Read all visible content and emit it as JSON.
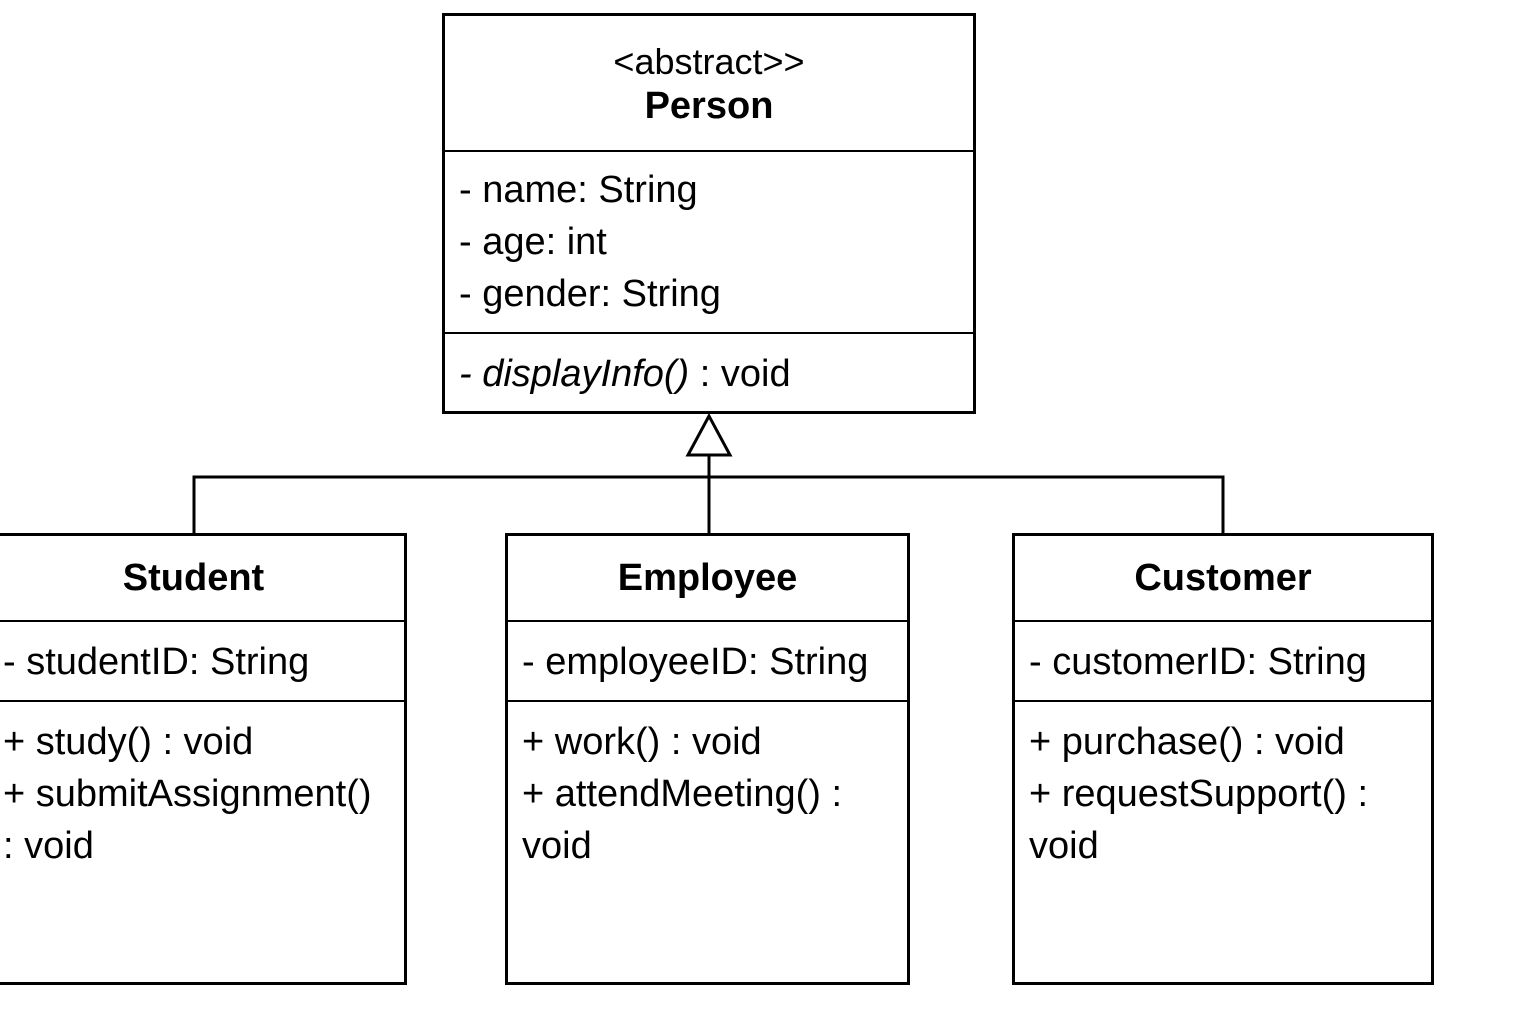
{
  "person": {
    "stereotype": "<abstract>>",
    "name": "Person",
    "attributes": [
      "- name: String",
      "- age: int",
      "- gender: String"
    ],
    "method": {
      "prefix": "- ",
      "name": "displayInfo()",
      "suffix": " : void"
    }
  },
  "student": {
    "name": "Student",
    "attributes": [
      "- studentID: String"
    ],
    "methods": [
      "+ study() : void",
      "+ submitAssignment() : void"
    ]
  },
  "employee": {
    "name": "Employee",
    "attributes": [
      "- employeeID: String"
    ],
    "methods": [
      "+ work() : void",
      "+ attendMeeting() : void"
    ]
  },
  "customer": {
    "name": "Customer",
    "attributes": [
      "- customerID: String"
    ],
    "methods": [
      "+ purchase() : void",
      "+ requestSupport() : void"
    ]
  }
}
